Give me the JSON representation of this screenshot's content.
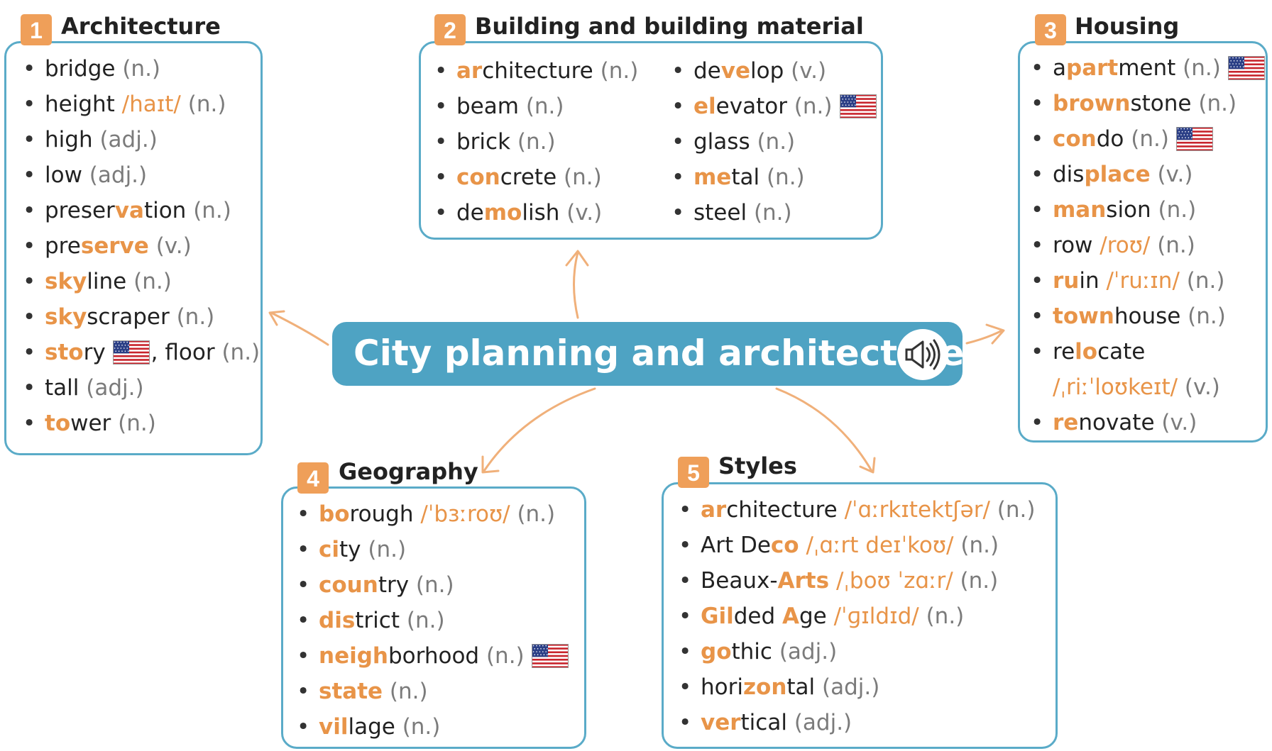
{
  "center": {
    "title": "City planning and architecture",
    "audio_icon": "speaker-icon"
  },
  "sections": {
    "architecture": {
      "number": "1",
      "title": "Architecture",
      "items": [
        {
          "parts": [
            {
              "t": "bridge"
            }
          ],
          "pos": "(n.)"
        },
        {
          "parts": [
            {
              "t": "height"
            }
          ],
          "ipa": "/haɪt/",
          "pos": "(n.)"
        },
        {
          "parts": [
            {
              "t": "high"
            }
          ],
          "pos": "(adj.)"
        },
        {
          "parts": [
            {
              "t": "low"
            }
          ],
          "pos": "(adj.)"
        },
        {
          "parts": [
            {
              "t": "preser"
            },
            {
              "t": "va",
              "h": true
            },
            {
              "t": "tion"
            }
          ],
          "pos": "(n.)"
        },
        {
          "parts": [
            {
              "t": "pre"
            },
            {
              "t": "serve",
              "h": true
            }
          ],
          "pos": "(v.)"
        },
        {
          "parts": [
            {
              "t": "sky",
              "h": true
            },
            {
              "t": "line"
            }
          ],
          "pos": "(n.)"
        },
        {
          "parts": [
            {
              "t": "sky",
              "h": true
            },
            {
              "t": "scraper"
            }
          ],
          "pos": "(n.)"
        },
        {
          "parts": [
            {
              "t": "sto",
              "h": true
            },
            {
              "t": "ry"
            }
          ],
          "flag": true,
          "suffix": ", floor",
          "pos": "(n.)"
        },
        {
          "parts": [
            {
              "t": "tall"
            }
          ],
          "pos": "(adj.)"
        },
        {
          "parts": [
            {
              "t": "to",
              "h": true
            },
            {
              "t": "wer"
            }
          ],
          "pos": "(n.)"
        }
      ]
    },
    "building": {
      "number": "2",
      "title": "Building and building material",
      "col1": [
        {
          "parts": [
            {
              "t": "ar",
              "h": true
            },
            {
              "t": "chitecture"
            }
          ],
          "pos": "(n.)"
        },
        {
          "parts": [
            {
              "t": "beam"
            }
          ],
          "pos": "(n.)"
        },
        {
          "parts": [
            {
              "t": "brick"
            }
          ],
          "pos": "(n.)"
        },
        {
          "parts": [
            {
              "t": "con",
              "h": true
            },
            {
              "t": "crete"
            }
          ],
          "pos": "(n.)"
        },
        {
          "parts": [
            {
              "t": "de"
            },
            {
              "t": "mo",
              "h": true
            },
            {
              "t": "lish"
            }
          ],
          "pos": "(v.)"
        }
      ],
      "col2": [
        {
          "parts": [
            {
              "t": "de"
            },
            {
              "t": "ve",
              "h": true
            },
            {
              "t": "lop"
            }
          ],
          "pos": "(v.)"
        },
        {
          "parts": [
            {
              "t": "el",
              "h": true
            },
            {
              "t": "evator"
            }
          ],
          "pos": "(n.)",
          "flag": true
        },
        {
          "parts": [
            {
              "t": "glass"
            }
          ],
          "pos": "(n.)"
        },
        {
          "parts": [
            {
              "t": "me",
              "h": true
            },
            {
              "t": "tal"
            }
          ],
          "pos": "(n.)"
        },
        {
          "parts": [
            {
              "t": "steel"
            }
          ],
          "pos": "(n.)"
        }
      ]
    },
    "housing": {
      "number": "3",
      "title": "Housing",
      "items": [
        {
          "parts": [
            {
              "t": "a"
            },
            {
              "t": "part",
              "h": true
            },
            {
              "t": "ment"
            }
          ],
          "pos": "(n.)",
          "flag": true
        },
        {
          "parts": [
            {
              "t": "brown",
              "h": true
            },
            {
              "t": "stone"
            }
          ],
          "pos": "(n.)"
        },
        {
          "parts": [
            {
              "t": "con",
              "h": true
            },
            {
              "t": "do"
            }
          ],
          "pos": "(n.)",
          "flag": true
        },
        {
          "parts": [
            {
              "t": "dis"
            },
            {
              "t": "place",
              "h": true
            }
          ],
          "pos": "(v.)"
        },
        {
          "parts": [
            {
              "t": "man",
              "h": true
            },
            {
              "t": "sion"
            }
          ],
          "pos": "(n.)"
        },
        {
          "parts": [
            {
              "t": "row"
            }
          ],
          "ipa": "/roʊ/",
          "pos": "(n.)"
        },
        {
          "parts": [
            {
              "t": "ru",
              "h": true
            },
            {
              "t": "in"
            }
          ],
          "ipa": "/ˈruːɪn/",
          "pos": "(n.)"
        },
        {
          "parts": [
            {
              "t": "town",
              "h": true
            },
            {
              "t": "house"
            }
          ],
          "pos": "(n.)"
        },
        {
          "parts": [
            {
              "t": "re"
            },
            {
              "t": "lo",
              "h": true
            },
            {
              "t": "cate"
            }
          ]
        },
        {
          "cont": true,
          "ipa": "/ˌriːˈloʊkeɪt/",
          "pos": "(v.)"
        },
        {
          "parts": [
            {
              "t": "re",
              "h": true
            },
            {
              "t": "novate"
            }
          ],
          "pos": "(v.)"
        }
      ]
    },
    "geography": {
      "number": "4",
      "title": "Geography",
      "items": [
        {
          "parts": [
            {
              "t": "bo",
              "h": true
            },
            {
              "t": "rough"
            }
          ],
          "ipa": "/ˈbɜːroʊ/",
          "pos": "(n.)"
        },
        {
          "parts": [
            {
              "t": "ci",
              "h": true
            },
            {
              "t": "ty"
            }
          ],
          "pos": "(n.)"
        },
        {
          "parts": [
            {
              "t": "coun",
              "h": true
            },
            {
              "t": "try"
            }
          ],
          "pos": "(n.)"
        },
        {
          "parts": [
            {
              "t": "dis",
              "h": true
            },
            {
              "t": "trict"
            }
          ],
          "pos": "(n.)"
        },
        {
          "parts": [
            {
              "t": "neigh",
              "h": true
            },
            {
              "t": "borhood"
            }
          ],
          "pos": "(n.)",
          "flag": true
        },
        {
          "parts": [
            {
              "t": "state",
              "h": true
            }
          ],
          "pos": "(n.)"
        },
        {
          "parts": [
            {
              "t": "vil",
              "h": true
            },
            {
              "t": "lage"
            }
          ],
          "pos": "(n.)"
        }
      ]
    },
    "styles": {
      "number": "5",
      "title": "Styles",
      "items": [
        {
          "parts": [
            {
              "t": "ar",
              "h": true
            },
            {
              "t": "chitecture"
            }
          ],
          "ipa": "/ˈɑːrkɪtektʃər/",
          "pos": "(n.)"
        },
        {
          "parts": [
            {
              "t": "Art De"
            },
            {
              "t": "co",
              "h": true
            }
          ],
          "ipa": "/ˌɑːrt deɪˈkoʊ/",
          "pos": "(n.)"
        },
        {
          "parts": [
            {
              "t": "Beaux-"
            },
            {
              "t": "Arts",
              "h": true
            }
          ],
          "ipa": "/ˌboʊ ˈzɑːr/",
          "pos": "(n.)"
        },
        {
          "parts": [
            {
              "t": "Gil",
              "h": true
            },
            {
              "t": "ded "
            },
            {
              "t": "A",
              "h": true
            },
            {
              "t": "ge"
            }
          ],
          "ipa": "/ˈɡɪldɪd/",
          "pos": "(n.)"
        },
        {
          "parts": [
            {
              "t": "go",
              "h": true
            },
            {
              "t": "thic"
            }
          ],
          "pos": "(adj.)"
        },
        {
          "parts": [
            {
              "t": "hori"
            },
            {
              "t": "zon",
              "h": true
            },
            {
              "t": "tal"
            }
          ],
          "pos": "(adj.)"
        },
        {
          "parts": [
            {
              "t": "ver",
              "h": true
            },
            {
              "t": "tical"
            }
          ],
          "pos": "(adj.)"
        }
      ]
    }
  },
  "colors": {
    "accent": "#e89448",
    "box_border": "#5aabc8",
    "center_bg": "#4ea3c3",
    "number_bg": "#ef9f59"
  }
}
